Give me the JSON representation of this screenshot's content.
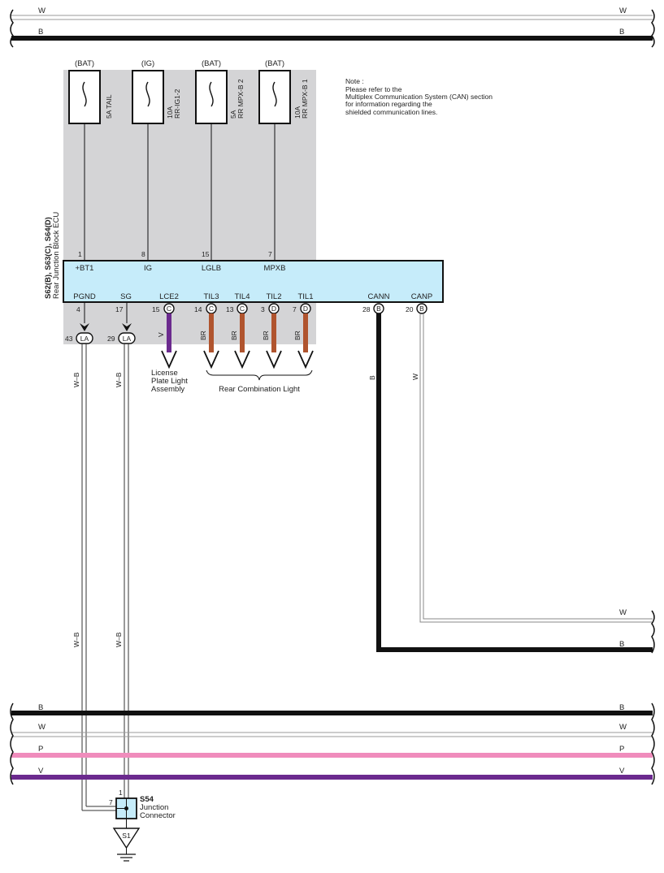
{
  "top_bus": [
    {
      "label_left": "W",
      "label_right": "W",
      "color": "#cfcfcf"
    },
    {
      "label_left": "B",
      "label_right": "B",
      "color": "#111111"
    }
  ],
  "bottom_bus": [
    {
      "label_left": "B",
      "label_right": "B",
      "color": "#111111"
    },
    {
      "label_left": "W",
      "label_right": "W",
      "color": "#cfcfcf"
    },
    {
      "label_left": "P",
      "label_right": "P",
      "color": "#f08cbc"
    },
    {
      "label_left": "V",
      "label_right": "V",
      "color": "#6b2a8e"
    }
  ],
  "fuses": [
    {
      "source": "(BAT)",
      "rating": "5A TAIL",
      "rating2": "",
      "pin": "1",
      "terminal": "+BT1"
    },
    {
      "source": "(IG)",
      "rating": "10A",
      "rating2": "RR-IG1-2",
      "pin": "8",
      "terminal": "IG"
    },
    {
      "source": "(BAT)",
      "rating": "5A",
      "rating2": "RR MPX-B 2",
      "pin": "15",
      "terminal": "LGLB"
    },
    {
      "source": "(BAT)",
      "rating": "10A",
      "rating2": "RR MPX-B 1",
      "pin": "7",
      "terminal": "MPXB"
    }
  ],
  "note": {
    "line1": "Note :",
    "line2": "Please refer to the",
    "line3": "Multiplex Communication System (CAN) section",
    "line4": "for information regarding the",
    "line5": "shielded communication lines."
  },
  "ecu": {
    "connectors": "S62(B), S63(C), S64(D)",
    "name": "Rear Junction Block ECU"
  },
  "bottom_terminals": [
    {
      "label": "PGND",
      "pin": "4",
      "conn": ""
    },
    {
      "label": "SG",
      "pin": "17",
      "conn": ""
    },
    {
      "label": "LCE2",
      "pin": "15",
      "conn": "C"
    },
    {
      "label": "TIL3",
      "pin": "14",
      "conn": "C"
    },
    {
      "label": "TIL4",
      "pin": "13",
      "conn": "C"
    },
    {
      "label": "TIL2",
      "pin": "3",
      "conn": "D"
    },
    {
      "label": "TIL1",
      "pin": "7",
      "conn": "D"
    },
    {
      "label": "CANN",
      "pin": "28",
      "conn": "B"
    },
    {
      "label": "CANP",
      "pin": "20",
      "conn": "B"
    }
  ],
  "la_connectors": [
    {
      "pin": "43",
      "conn": "LA",
      "wire": "W–B"
    },
    {
      "pin": "29",
      "conn": "LA",
      "wire": "W–B"
    }
  ],
  "outputs": {
    "lce2_wire": "V",
    "til_wire": "BR",
    "license_1": "License",
    "license_2": "Plate Light",
    "license_3": "Assembly",
    "rear_combination": "Rear Combination Light"
  },
  "can_wires": {
    "cann": "B",
    "canp": "W",
    "right_w": "W",
    "right_b": "B"
  },
  "junction": {
    "id": "S54",
    "name_1": "Junction",
    "name_2": "Connector",
    "pin_top": "1",
    "pin_left": "7",
    "ground": "S1"
  },
  "colors": {
    "ecu_fill": "#c6ecfa",
    "gray_panel": "#d4d4d6",
    "brown": "#b0542e",
    "violet": "#6b2a8e",
    "pink": "#f08cbc"
  }
}
